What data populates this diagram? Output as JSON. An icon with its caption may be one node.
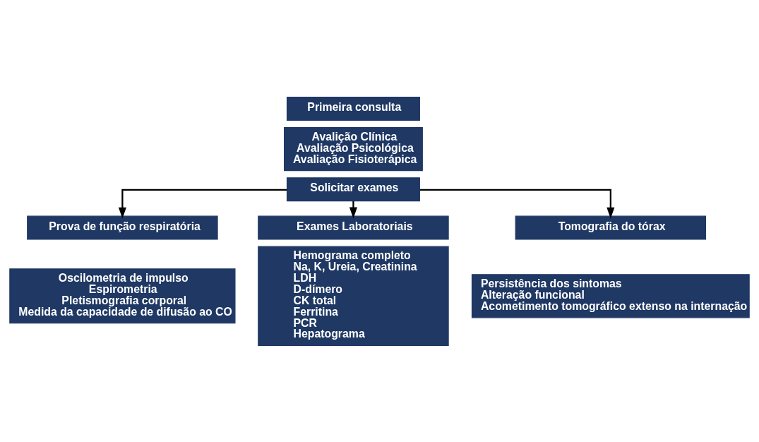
{
  "diagram": {
    "nodes": [
      {
        "text": [
          "Primeira consulta"
        ]
      },
      {
        "text": [
          "Avalição Clínica",
          "Avaliação Psicológica",
          "Avaliação Fisioterápica"
        ]
      },
      {
        "text": [
          "Solicitar exames"
        ]
      },
      {
        "text": [
          "Prova de função respiratória"
        ]
      },
      {
        "text": [
          "Oscilometria de impulso",
          "Espirometria",
          "Pletismografia corporal",
          "Medida da capacidade de difusão ao CO"
        ]
      },
      {
        "text": [
          "Exames Laboratoriais"
        ]
      },
      {
        "text": [
          "Hemograma completo",
          "Na, K, Ureia, Creatinina",
          "LDH",
          "D-dímero",
          "CK total",
          "Ferritina",
          "PCR",
          "Hepatograma"
        ]
      },
      {
        "text": [
          "Tomografia do tórax"
        ]
      },
      {
        "text": [
          "Persistência dos sintomas",
          "Alteração funcional",
          "Acometimento tomográfico extenso na internação"
        ]
      }
    ],
    "edges": [
      {
        "from": 2,
        "to": 3,
        "arrow": "to"
      },
      {
        "from": 2,
        "to": 5,
        "arrow": "to"
      },
      {
        "from": 2,
        "to": 7,
        "arrow": "to"
      }
    ]
  }
}
